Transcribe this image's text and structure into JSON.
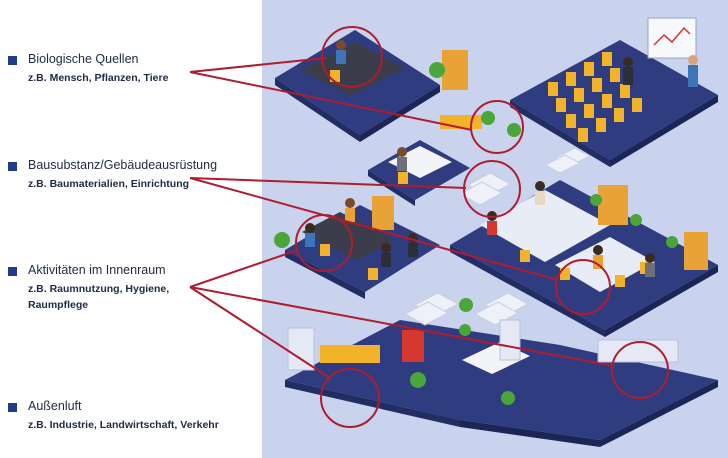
{
  "colors": {
    "panel_bg": "#c9d3ee",
    "floor": "#2f3d80",
    "floor_side": "#222d63",
    "callout": "#b01c2e",
    "bullet": "#223b8a",
    "text": "#1f2a44"
  },
  "categories": [
    {
      "title": "Biologische Quellen",
      "example": "z.B. Mensch, Pflanzen, Tiere"
    },
    {
      "title": "Bausubstanz/Gebäudeausrüstung",
      "example": "z.B. Baumaterialien, Einrichtung"
    },
    {
      "title": "Aktivitäten im Innenraum",
      "example": "z.B. Raumnutzung, Hygiene, Raumpflege"
    },
    {
      "title": "Außenluft",
      "example": "z.B. Industrie, Landwirtschaft, Verkehr"
    }
  ]
}
